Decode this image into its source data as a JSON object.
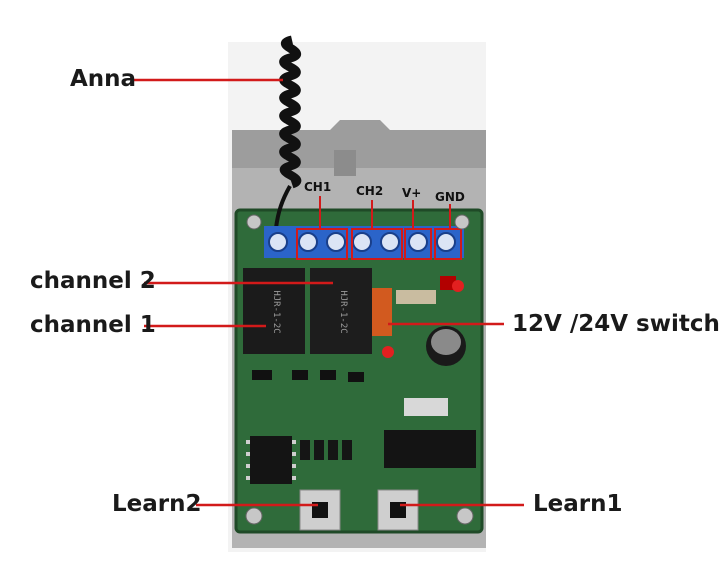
{
  "callouts": {
    "antenna": "Anna",
    "channel2": "channel 2",
    "channel1": "channel 1",
    "switch": "12V /24V switch",
    "learn2": "Learn2",
    "learn1": "Learn1"
  },
  "terminals": {
    "ch1": "CH1",
    "ch2": "CH2",
    "vplus": "V+",
    "gnd": "GND"
  },
  "colors": {
    "callout_line": "#d21a1a",
    "pcb": "#2f6b3a",
    "terminal": "#2b64c9",
    "case": "#a9a9a9"
  }
}
